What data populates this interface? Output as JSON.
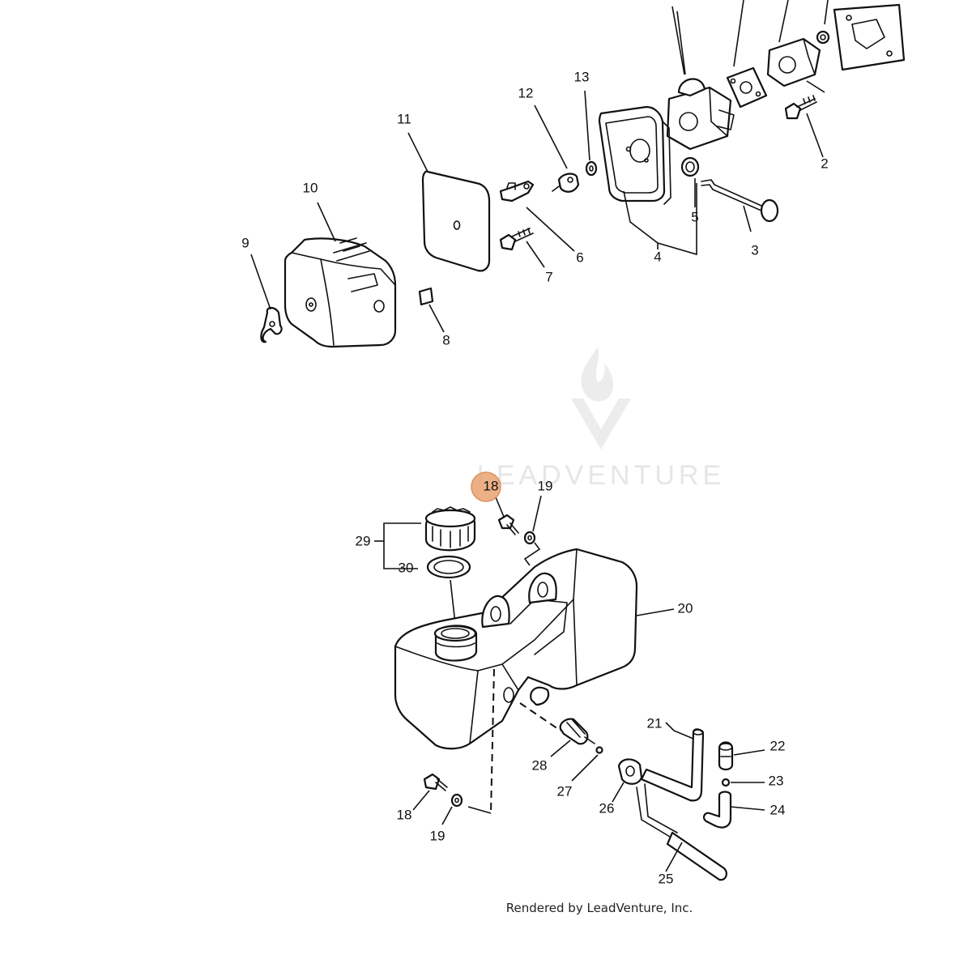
{
  "watermark": {
    "brand": "LEADVENTURE"
  },
  "footer": {
    "credit": "Rendered by LeadVenture, Inc."
  },
  "highlight": {
    "callout": "18",
    "color": "#eaa77a"
  },
  "callouts": {
    "c2": "2",
    "c3": "3",
    "c4": "4",
    "c5": "5",
    "c6": "6",
    "c7": "7",
    "c8": "8",
    "c9": "9",
    "c10": "10",
    "c11": "11",
    "c12": "12",
    "c13": "13",
    "c18a": "18",
    "c19a": "19",
    "c20": "20",
    "c29": "29",
    "c30": "30",
    "c21": "21",
    "c22": "22",
    "c23": "23",
    "c24": "24",
    "c25": "25",
    "c26": "26",
    "c27": "27",
    "c28": "28",
    "c18b": "18",
    "c19b": "19"
  }
}
